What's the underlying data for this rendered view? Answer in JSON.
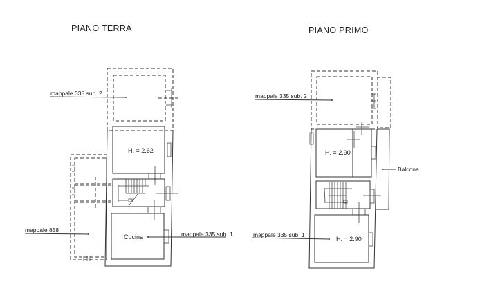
{
  "plans": [
    {
      "title": "PIANO TERRA",
      "labels": {
        "mappale_top": "mappale 335 sub. 2",
        "mappale_left": "mappale 858",
        "mappale_right": "mappale 335 sub. 1"
      },
      "rooms": {
        "upper_room_height": "H. = 2.62",
        "kitchen": "Cucina"
      }
    },
    {
      "title": "PIANO PRIMO",
      "labels": {
        "mappale_top": "mappale 335 sub. 2",
        "balcony": "Balcone",
        "mappale_bottom": "mappale 335 sub. 1"
      },
      "rooms": {
        "upper_room_height": "H. = 2.90",
        "lower_room_height": "H. = 2.90"
      }
    }
  ]
}
